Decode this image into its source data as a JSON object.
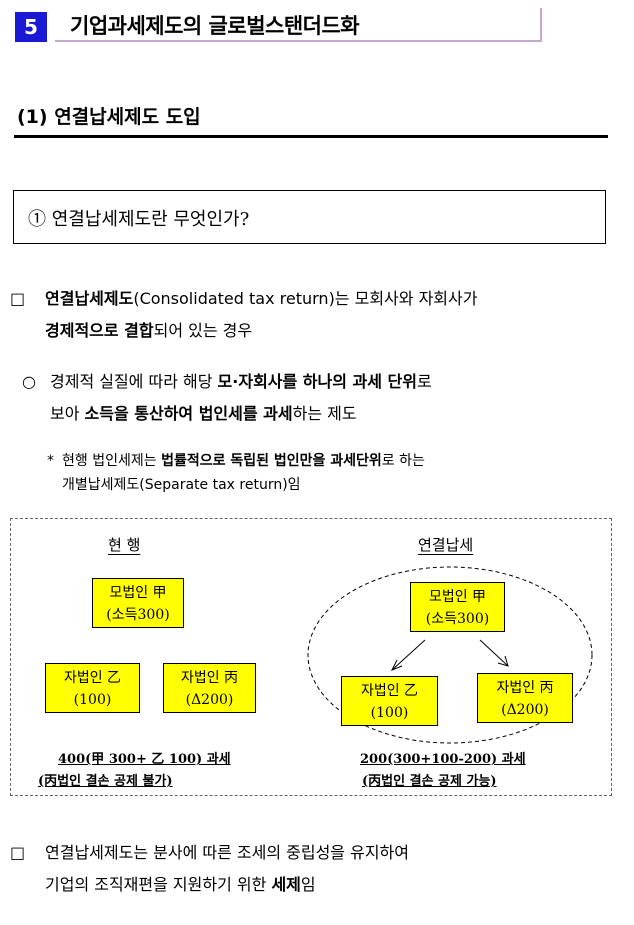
{
  "section": {
    "number": "5",
    "title": "기업과세제도의 글로벌스탠더드화"
  },
  "subsection": {
    "title": "(1) 연결납세제도 도입"
  },
  "question": {
    "text": "① 연결납세제도란 무엇인가?"
  },
  "bullet1": {
    "marker": "□",
    "bold1": "연결납세제도",
    "text1": "(Consolidated tax return)는 모회사와 자회사가",
    "bold2": "경제적으로 결합",
    "text2": "되어 있는 경우"
  },
  "sub1": {
    "marker": "○",
    "text1": "경제적 실질에 따라 해당 ",
    "bold1": "모·자회사를 하나의 과세 단위",
    "text2": "로",
    "text3": "보아 ",
    "bold2": "소득을 통산하여 법인세를 과세",
    "text4": "하는 제도"
  },
  "note": {
    "marker": "*",
    "text1": "현행 법인세제는 ",
    "bold1": "법률적으로 독립된 법인만을 과세단위",
    "text2": "로 하는",
    "text3": "개별납세제도(Separate tax return)임"
  },
  "diagram": {
    "current_label": "현 행",
    "consolidated_label": "연결납세",
    "left": {
      "parent_line1": "모법인 甲",
      "parent_line2": "(소득300)",
      "child1_line1": "자법인 乙",
      "child1_line2": "(100)",
      "child2_line1": "자법인 丙",
      "child2_line2": "(Δ200)",
      "caption1": "400(甲 300+ 乙 100) 과세",
      "caption2": "(丙법인 결손 공제 불가)"
    },
    "right": {
      "parent_line1": "모법인 甲",
      "parent_line2": "(소득300)",
      "child1_line1": "자법인 乙",
      "child1_line2": "(100)",
      "child2_line1": "자법인 丙",
      "child2_line2": "(Δ200)",
      "caption1": "200(300+100-200) 과세",
      "caption2": "(丙법인 결손 공제 가능)"
    }
  },
  "bullet2": {
    "marker": "□",
    "text1": "연결납세제도는 분사에 따른 조세의 중립성을 유지하여",
    "text2": "기업의 조직재편을 지원하기 위한 ",
    "bold1": "세제",
    "text3": "임"
  }
}
